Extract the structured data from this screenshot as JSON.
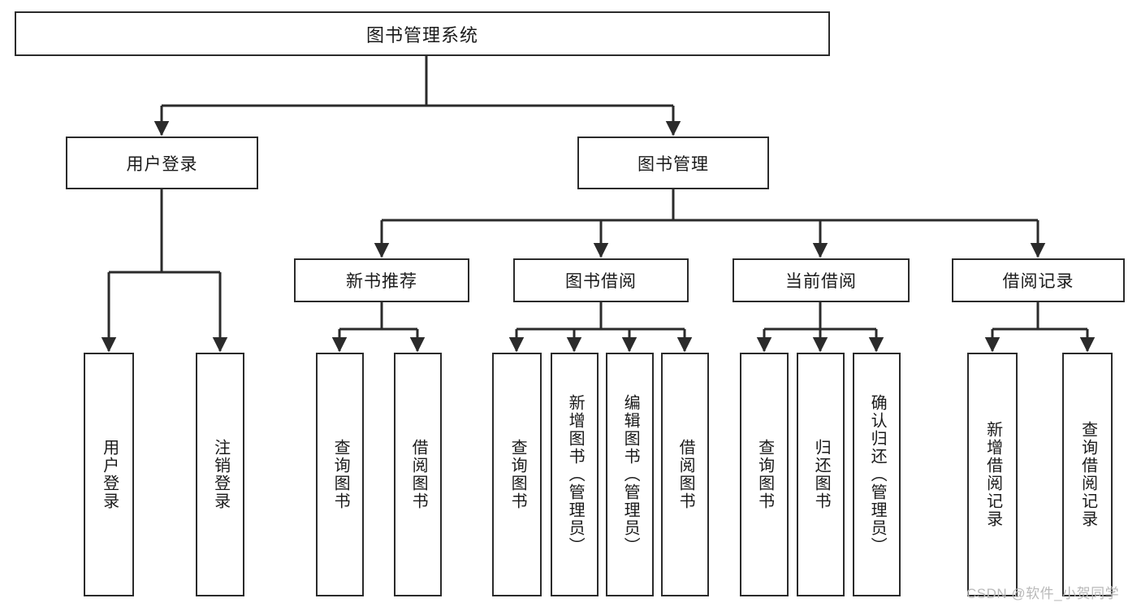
{
  "diagram": {
    "title": "图书管理系统",
    "type": "tree-hierarchy",
    "watermark": "CSDN @软件_小贺同学",
    "colors": {
      "stroke": "#2b2b2b",
      "fill": "#ffffff",
      "text": "#1a1a1a",
      "watermark": "#b9b9b9"
    },
    "levels": {
      "level0": [
        "图书管理系统"
      ],
      "level1": [
        "用户登录",
        "图书管理"
      ],
      "level2": [
        "新书推荐",
        "图书借阅",
        "当前借阅",
        "借阅记录"
      ],
      "level3": [
        "用户登录",
        "注销登录",
        "查询图书",
        "借阅图书",
        "查询图书",
        "新增图书（管理员）",
        "编辑图书（管理员）",
        "借阅图书",
        "查询图书",
        "归还图书",
        "确认归还（管理员）",
        "新增借阅记录",
        "查询借阅记录"
      ]
    },
    "nodes": {
      "root": "图书管理系统",
      "user_login": "用户登录",
      "book_manage": "图书管理",
      "new_book_rec": "新书推荐",
      "book_borrow": "图书借阅",
      "current_borrow": "当前借阅",
      "borrow_record": "借阅记录",
      "leaf_user_login": "用户登录",
      "leaf_user_logout": "注销登录",
      "leaf_query_book_1": "查询图书",
      "leaf_borrow_book_1": "借阅图书",
      "leaf_query_book_2": "查询图书",
      "leaf_add_book": "新增图书（管理员）",
      "leaf_edit_book": "编辑图书（管理员）",
      "leaf_borrow_book_2": "借阅图书",
      "leaf_query_book_3": "查询图书",
      "leaf_return_book": "归还图书",
      "leaf_confirm_return": "确认归还（管理员）",
      "leaf_add_record": "新增借阅记录",
      "leaf_query_record": "查询借阅记录"
    },
    "edges": [
      {
        "from": "图书管理系统",
        "to": "用户登录"
      },
      {
        "from": "图书管理系统",
        "to": "图书管理"
      },
      {
        "from": "用户登录",
        "to": "用户登录"
      },
      {
        "from": "用户登录",
        "to": "注销登录"
      },
      {
        "from": "图书管理",
        "to": "新书推荐"
      },
      {
        "from": "图书管理",
        "to": "图书借阅"
      },
      {
        "from": "图书管理",
        "to": "当前借阅"
      },
      {
        "from": "图书管理",
        "to": "借阅记录"
      },
      {
        "from": "新书推荐",
        "to": "查询图书"
      },
      {
        "from": "新书推荐",
        "to": "借阅图书"
      },
      {
        "from": "图书借阅",
        "to": "查询图书"
      },
      {
        "from": "图书借阅",
        "to": "新增图书（管理员）"
      },
      {
        "from": "图书借阅",
        "to": "编辑图书（管理员）"
      },
      {
        "from": "图书借阅",
        "to": "借阅图书"
      },
      {
        "from": "当前借阅",
        "to": "查询图书"
      },
      {
        "from": "当前借阅",
        "to": "归还图书"
      },
      {
        "from": "当前借阅",
        "to": "确认归还（管理员）"
      },
      {
        "from": "借阅记录",
        "to": "新增借阅记录"
      },
      {
        "from": "借阅记录",
        "to": "查询借阅记录"
      }
    ]
  }
}
